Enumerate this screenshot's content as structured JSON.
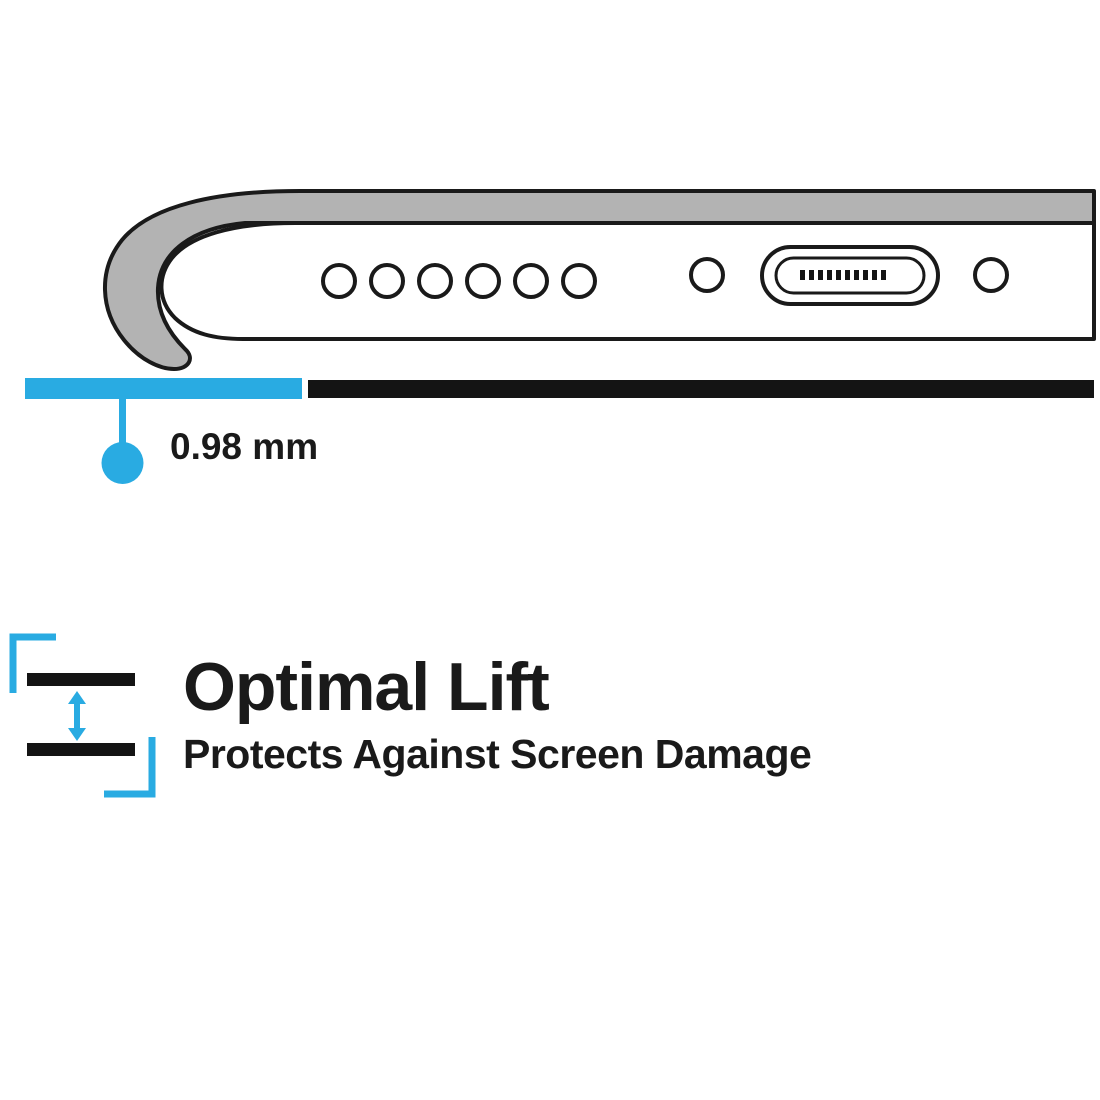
{
  "colors": {
    "cyan": "#29ABE2",
    "black": "#141414",
    "gray": "#B3B3B3",
    "outline": "#1a1a1a",
    "white": "#ffffff"
  },
  "measurement": {
    "label": "0.98 mm"
  },
  "feature": {
    "title": "Optimal Lift",
    "subtitle": "Protects Against Screen Damage"
  },
  "icons": {
    "phone_case": "phone-case-bottom-edge-illustration",
    "lift_icon": "lift-gap-icon",
    "arrow": "up-down-arrow-icon"
  }
}
